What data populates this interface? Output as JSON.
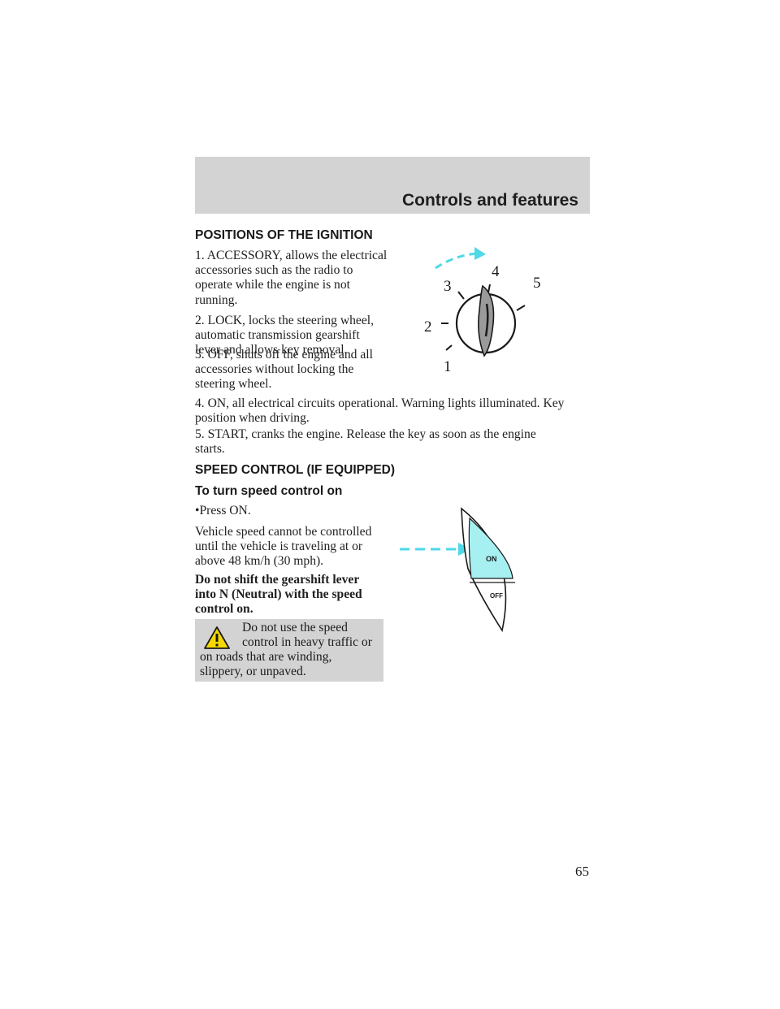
{
  "header": {
    "section_title": "Controls and features"
  },
  "ignition": {
    "heading": "POSITIONS OF THE IGNITION",
    "items": [
      [
        "1. ACCESSORY, allows the electrical",
        "accessories such as the radio to",
        "operate while the engine is not",
        "running."
      ],
      [
        "2. LOCK, locks the steering wheel,",
        "automatic transmission gearshift",
        "lever and allows key removal."
      ],
      [
        "3. OFF, shuts off the engine and all",
        "accessories without locking the",
        "steering wheel."
      ],
      [
        "4. ON, all electrical circuits operational. Warning lights illuminated. Key",
        "position when driving."
      ],
      [
        "5. START, cranks the engine. Release the key as soon as the engine",
        "starts."
      ]
    ],
    "figure_labels": [
      "1",
      "2",
      "3",
      "4",
      "5"
    ]
  },
  "speed_control": {
    "heading": "SPEED CONTROL (IF EQUIPPED)",
    "subheading": "To turn speed control on",
    "bullet": "Press ON.",
    "note": [
      "Vehicle speed cannot be controlled",
      "until the vehicle is traveling at or",
      "above 48 km/h (30 mph)."
    ],
    "caution": [
      "Do not shift the gearshift lever",
      "into N (Neutral) with the speed",
      "control on."
    ],
    "warning": {
      "line1": "Do not use the speed",
      "rest": [
        "control in heavy traffic or",
        "on roads that are winding,",
        "slippery, or unpaved."
      ]
    },
    "button_on": "ON",
    "button_off": "OFF"
  },
  "colors": {
    "accent": "#4dd9e8",
    "band": "#d3d3d3"
  },
  "page_number": "65"
}
